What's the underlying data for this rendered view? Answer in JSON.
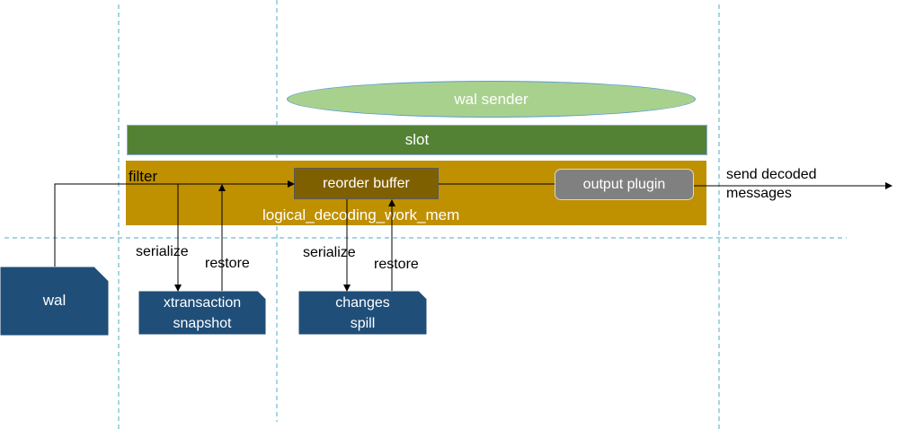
{
  "wal_sender": "wal sender",
  "slot": "slot",
  "filter": "filter",
  "reorder_buffer": "reorder buffer",
  "output_plugin": "output plugin",
  "memory_label": "logical_decoding_work_mem",
  "send_decoded": [
    "send decoded",
    "messages"
  ],
  "serialize_left": "serialize",
  "restore_left": "restore",
  "serialize_right": "serialize",
  "restore_right": "restore",
  "wal": "wal",
  "xtransaction_snapshot": [
    "xtransaction",
    "snapshot"
  ],
  "changes_spill": [
    "changes",
    "spill"
  ],
  "colors": {
    "wal_sender_fill": "#a9d18e",
    "slot_fill": "#548235",
    "memory_fill": "#bf9000",
    "reorder_fill": "#7f6000",
    "plugin_fill": "#808080",
    "storage_fill": "#1f4e79",
    "divider": "#4bacc6"
  },
  "icons": {
    "storage_shape": "document-icon"
  }
}
